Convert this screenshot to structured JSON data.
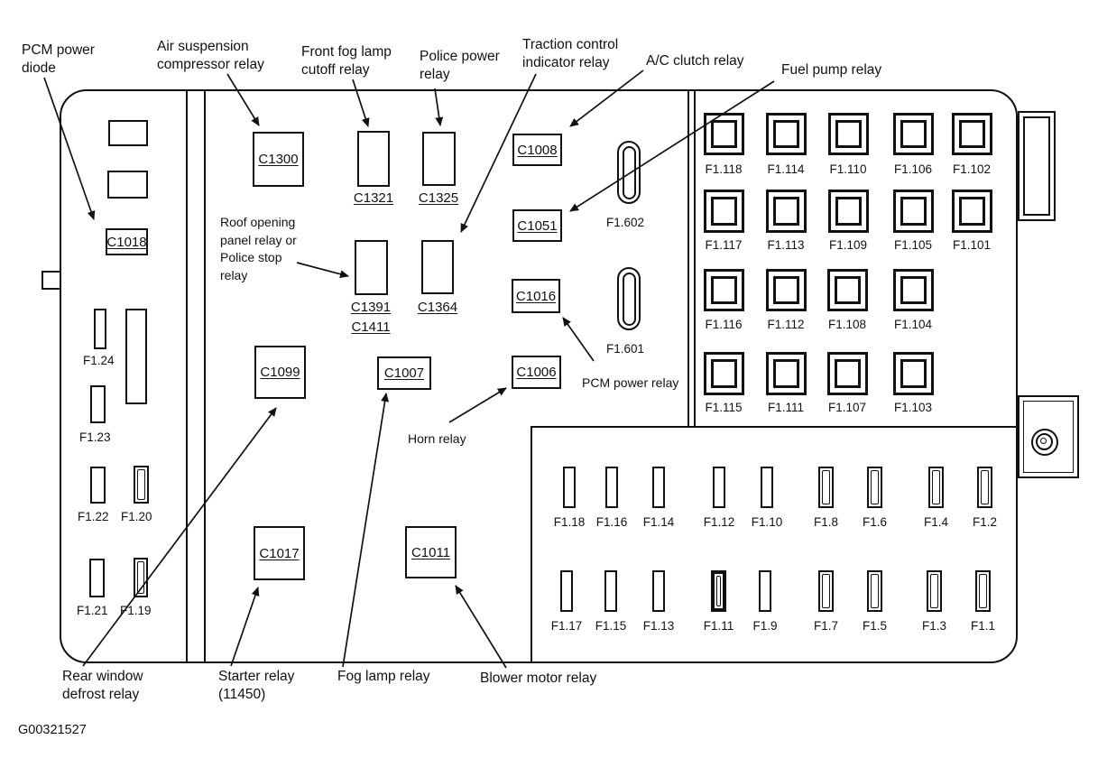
{
  "figure": {
    "code": "G00321527"
  },
  "callouts": {
    "pcm_power_diode": "PCM power\ndiode",
    "air_suspension_compressor_relay": "Air suspension\ncompressor  relay",
    "front_fog_lamp_cutoff_relay": "Front fog lamp\ncutoff relay",
    "police_power_relay": "Police power\nrelay",
    "traction_control_indicator_relay": "Traction control\nindicator relay",
    "ac_clutch_relay": "A/C clutch relay",
    "fuel_pump_relay": "Fuel pump relay",
    "roof_opening_panel_relay": "Roof opening\npanel relay or\nPolice stop\nrelay",
    "pcm_power_relay": "PCM power relay",
    "horn_relay": "Horn relay",
    "rear_window_defrost_relay": "Rear window\ndefrost relay",
    "starter_relay": "Starter relay\n(11450)",
    "fog_lamp_relay": "Fog lamp relay",
    "blower_motor_relay": "Blower motor relay"
  },
  "connectors": {
    "c1018": "C1018",
    "c1300": "C1300",
    "c1321": "C1321",
    "c1325": "C1325",
    "c1391": "C1391",
    "c1411": "C1411",
    "c1364": "C1364",
    "c1008": "C1008",
    "c1051": "C1051",
    "c1016": "C1016",
    "c1006": "C1006",
    "c1099": "C1099",
    "c1007": "C1007",
    "c1017": "C1017",
    "c1011": "C1011"
  },
  "left_fuses": [
    "F1.24",
    "F1.23",
    "F1.22",
    "F1.20",
    "F1.21",
    "F1.19"
  ],
  "cartridge_fuses": [
    "F1.602",
    "F1.601"
  ],
  "right_grid_rows": [
    [
      "F1.118",
      "F1.114",
      "F1.110",
      "F1.106",
      "F1.102"
    ],
    [
      "F1.117",
      "F1.113",
      "F1.109",
      "F1.105",
      "F1.101"
    ],
    [
      "F1.116",
      "F1.112",
      "F1.108",
      "F1.104"
    ],
    [
      "F1.115",
      "F1.111",
      "F1.107",
      "F1.103"
    ]
  ],
  "lower_grid_rows": [
    [
      "F1.18",
      "F1.16",
      "F1.14",
      "F1.12",
      "F1.10",
      "F1.8",
      "F1.6",
      "F1.4",
      "F1.2"
    ],
    [
      "F1.17",
      "F1.15",
      "F1.13",
      "F1.11",
      "F1.9",
      "F1.7",
      "F1.5",
      "F1.3",
      "F1.1"
    ]
  ]
}
